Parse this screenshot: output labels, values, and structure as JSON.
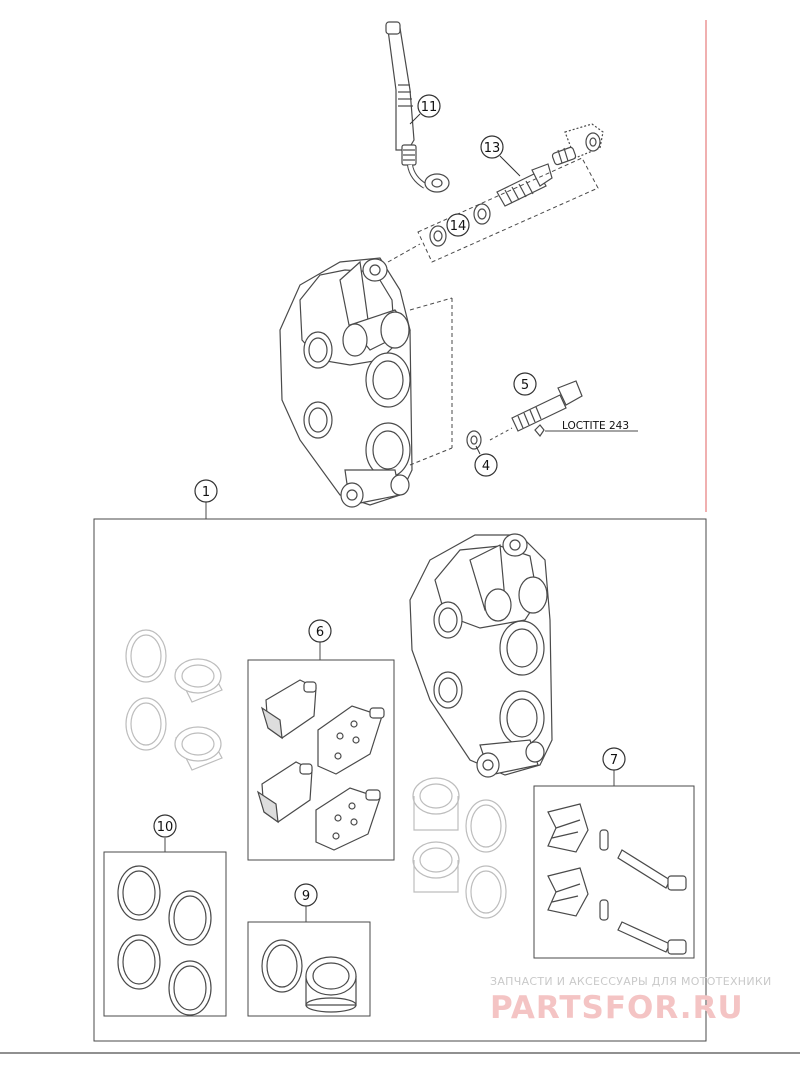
{
  "diagram": {
    "callouts": [
      "1",
      "4",
      "5",
      "6",
      "7",
      "9",
      "10",
      "11",
      "13",
      "14"
    ],
    "loctite_label": "LOCTITE 243"
  },
  "watermark": {
    "tagline": "ЗАПЧАСТИ И АКСЕССУАРЫ ДЛЯ МОТОТЕХНИКИ",
    "brand": "PARTSFOR.RU"
  },
  "colors": {
    "line": "#4a4a4a",
    "accent_line": "#e06060",
    "watermark": "#f4c4c4"
  }
}
